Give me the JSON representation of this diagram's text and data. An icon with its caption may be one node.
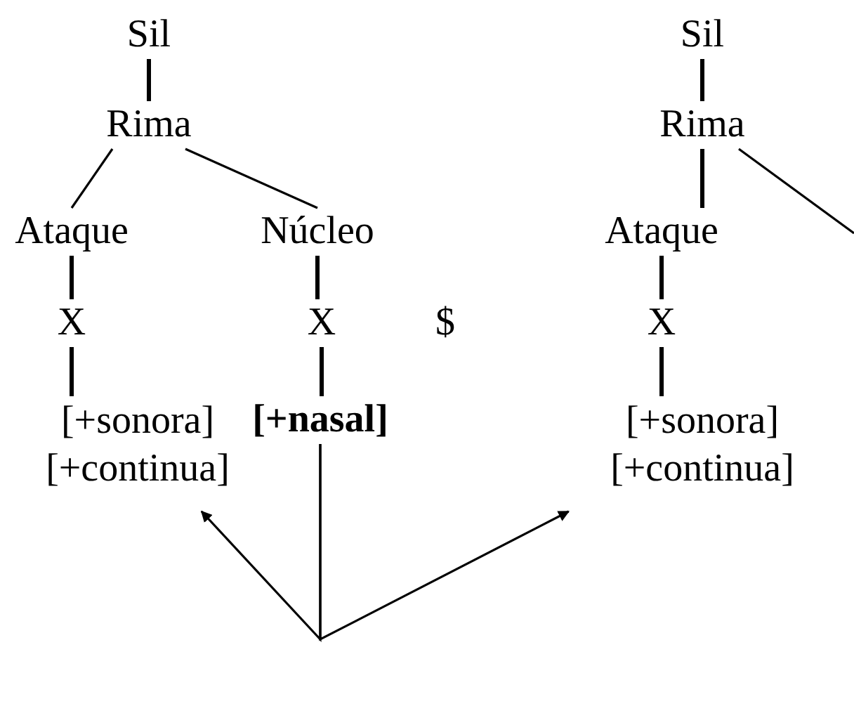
{
  "diagram": {
    "nodes": [
      {
        "text": [
          "Sil"
        ]
      },
      {
        "text": [
          "Rima"
        ]
      },
      {
        "text": [
          "Ataque"
        ]
      },
      {
        "text": [
          "Núcleo"
        ]
      },
      {
        "text": [
          "X"
        ]
      },
      {
        "text": [
          "X"
        ]
      },
      {
        "text": [
          "[+sonora] [+continua]"
        ]
      },
      {
        "text": [
          "[+nasal]"
        ]
      },
      {
        "text": [
          "Sil"
        ]
      },
      {
        "text": [
          "Rima"
        ]
      },
      {
        "text": [
          "Ataque"
        ]
      },
      {
        "text": [
          "X"
        ]
      },
      {
        "text": [
          "[+sonora] [+continua]"
        ]
      }
    ],
    "edges": [
      {
        "from": 0,
        "to": 1,
        "arrow": "none"
      },
      {
        "from": 1,
        "to": 2,
        "arrow": "none"
      },
      {
        "from": 1,
        "to": 3,
        "arrow": "none"
      },
      {
        "from": 2,
        "to": 4,
        "arrow": "none"
      },
      {
        "from": 3,
        "to": 5,
        "arrow": "none"
      },
      {
        "from": 4,
        "to": 6,
        "arrow": "none"
      },
      {
        "from": 5,
        "to": 7,
        "arrow": "none"
      },
      {
        "from": 8,
        "to": 9,
        "arrow": "none"
      },
      {
        "from": 9,
        "to": 10,
        "arrow": "none"
      },
      {
        "from": 9,
        "to": null,
        "arrow": "none"
      },
      {
        "from": 10,
        "to": 11,
        "arrow": "none"
      },
      {
        "from": 11,
        "to": 12,
        "arrow": "none"
      },
      {
        "from": 7,
        "to": 6,
        "arrow": "to"
      },
      {
        "from": 7,
        "to": 12,
        "arrow": "to"
      }
    ],
    "labels": [
      "$"
    ]
  }
}
